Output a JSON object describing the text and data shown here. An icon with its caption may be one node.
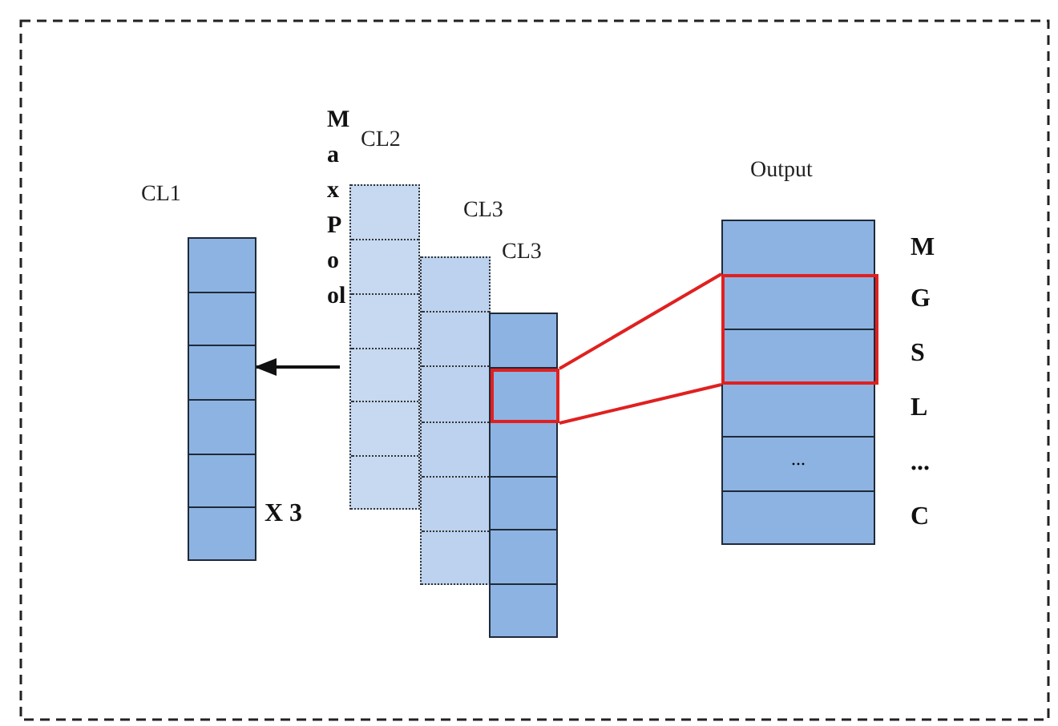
{
  "diagram": {
    "nodes": [
      {
        "text": [
          "CL1"
        ]
      },
      {
        "text": [
          "CL2"
        ]
      },
      {
        "text": [
          "CL3"
        ]
      },
      {
        "text": [
          "CL3"
        ]
      },
      {
        "text": [],
        "shape": "box",
        "in": 3
      },
      {
        "text": [
          "Output",
          "..."
        ]
      },
      {
        "text": [],
        "shape": "box",
        "in": 5
      }
    ],
    "edges": [
      {
        "from": 1,
        "to": 0,
        "arrow": "to",
        "color": "#111111"
      },
      {
        "from": 4,
        "to": 6,
        "arrow": "none"
      },
      {
        "from": 4,
        "to": 6,
        "arrow": "none"
      }
    ],
    "labels": [
      "MaxPool",
      "X 3",
      "M",
      "G",
      "S",
      "L",
      "...",
      "C"
    ]
  }
}
